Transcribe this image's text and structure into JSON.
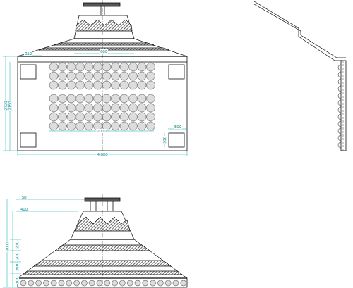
{
  "diagram": {
    "labels": [
      "600",
      "310",
      "2720",
      "2150",
      "2000",
      "500",
      "300",
      "4,800",
      "50",
      "400",
      "2000",
      "200",
      "200",
      "200",
      "100"
    ]
  }
}
